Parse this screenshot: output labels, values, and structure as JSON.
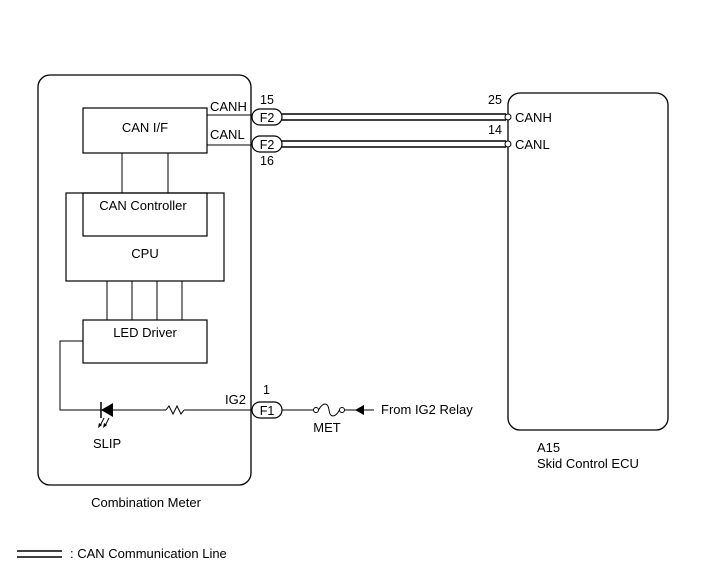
{
  "combination_meter": {
    "title": "Combination Meter",
    "blocks": {
      "can_if": "CAN I/F",
      "can_controller": "CAN Controller",
      "cpu": "CPU",
      "led_driver": "LED Driver"
    },
    "indicator": "SLIP",
    "pins": {
      "canh_label": "CANH",
      "canl_label": "CANL",
      "ig2_label": "IG2",
      "canh_number": "15",
      "canl_number": "16",
      "ig2_number": "1"
    }
  },
  "connectors": {
    "canh": "F2",
    "canl": "F2",
    "ig2": "F1"
  },
  "fuse": {
    "name": "MET"
  },
  "power_source": {
    "label": "From IG2 Relay"
  },
  "skid_control_ecu": {
    "code": "A15",
    "title": "Skid Control ECU",
    "pins": {
      "canh_label": "CANH",
      "canl_label": "CANL",
      "canh_number": "25",
      "canl_number": "14"
    }
  },
  "legend": {
    "can_line": ": CAN Communication Line"
  }
}
